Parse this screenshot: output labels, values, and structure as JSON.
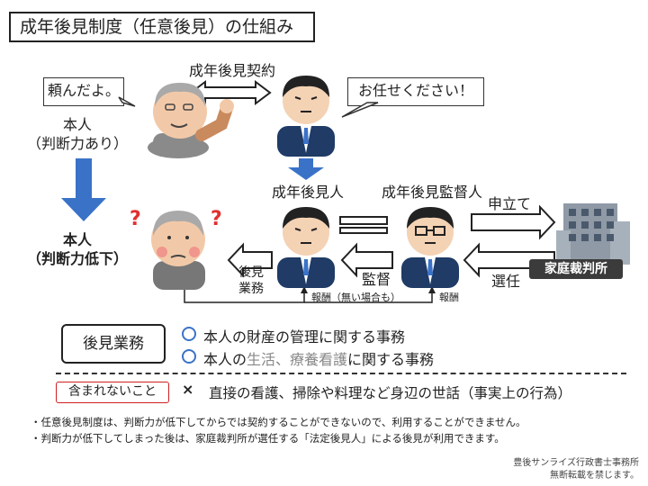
{
  "title": "成年後見制度（任意後見）の仕組み",
  "contract_label": "成年後見契約",
  "speech_principal": "頼んだよ。",
  "speech_guardian": "お任せください！",
  "principal_label": [
    "本人",
    "（判断力あり）"
  ],
  "principal_declined_label": [
    "本人",
    "（判断力低下）"
  ],
  "guardian_label": "成年後見人",
  "supervisor_label": "成年後見監督人",
  "petition_label": "申立て",
  "appoint_label": "選任",
  "court_sign": "家庭裁判所",
  "guardianship_work_label": [
    "後見",
    "業務"
  ],
  "supervision_label": "監督",
  "fee_guardian": "報酬（無い場合も）",
  "fee_supervisor": "報酬",
  "duties_box": "後見業務",
  "duties": [
    {
      "bullet": "○",
      "text": "本人の財産の管理に関する事務"
    },
    {
      "bullet": "○",
      "pre": "本人の",
      "highlight": "生活、療養看護",
      "post": "に関する事務"
    }
  ],
  "excluded_box": "含まれないこと",
  "excluded": {
    "bullet": "×",
    "text": "直接の看護、掃除や料理など身辺の世話（事実上の行為）"
  },
  "notes": [
    "・任意後見制度は、判断力が低下してからでは契約することができないので、利用することができません。",
    "・判断力が低下してしまった後は、家庭裁判所が選任する「法定後見人」による後見が利用できます。"
  ],
  "credit": [
    "豊後サンライズ行政書士事務所",
    "無断転載を禁じます。"
  ],
  "colors": {
    "arrow_blue": "#3a72c8",
    "highlight_gray": "#888888",
    "excluded_border": "#d02020",
    "circle_blue": "#3a72c8"
  }
}
